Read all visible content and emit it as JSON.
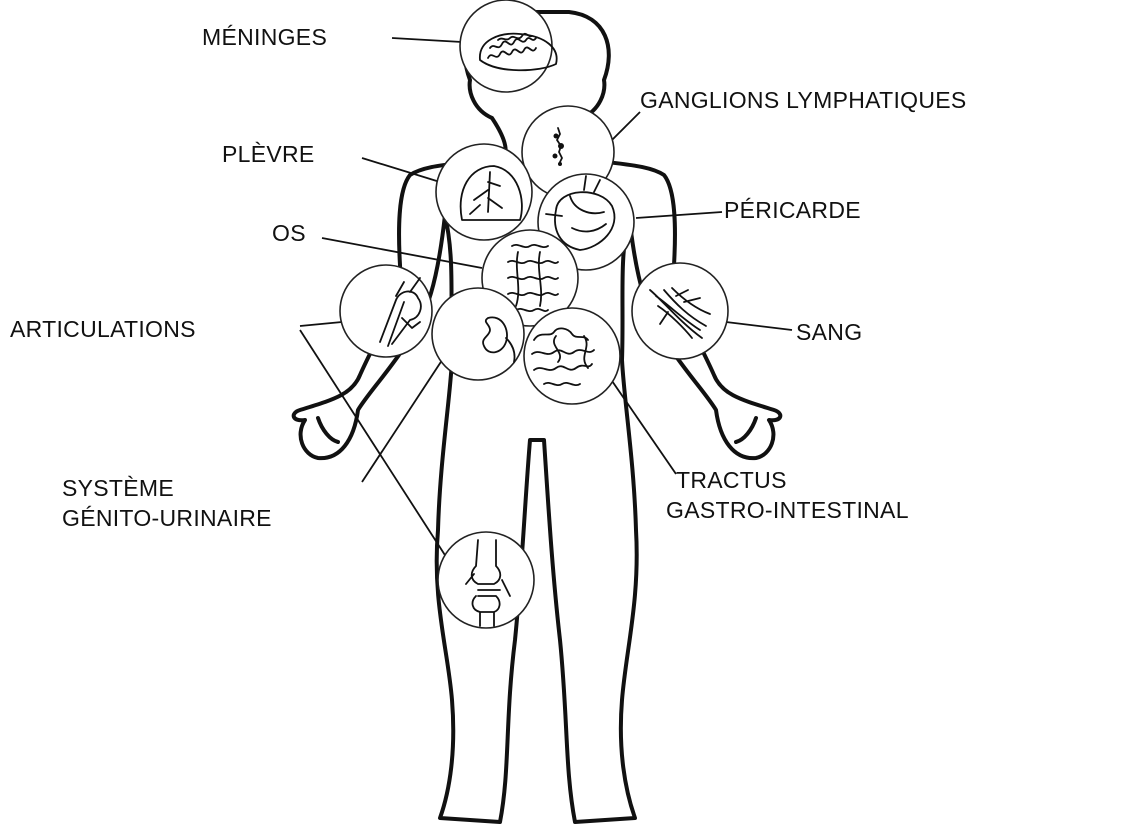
{
  "labels": {
    "meninges": "MÉNINGES",
    "ganglions": "GANGLIONS LYMPHATIQUES",
    "plevre": "PLÈVRE",
    "pericarde": "PÉRICARDE",
    "os": "OS",
    "articulations": "ARTICULATIONS",
    "sang": "SANG",
    "tractus_line1": "TRACTUS",
    "tractus_line2": "GASTRO-INTESTINAL",
    "systeme_line1": "SYSTÈME",
    "systeme_line2": "GÉNITO-URINAIRE"
  },
  "colors": {
    "stroke": "#111111",
    "background": "#ffffff"
  }
}
